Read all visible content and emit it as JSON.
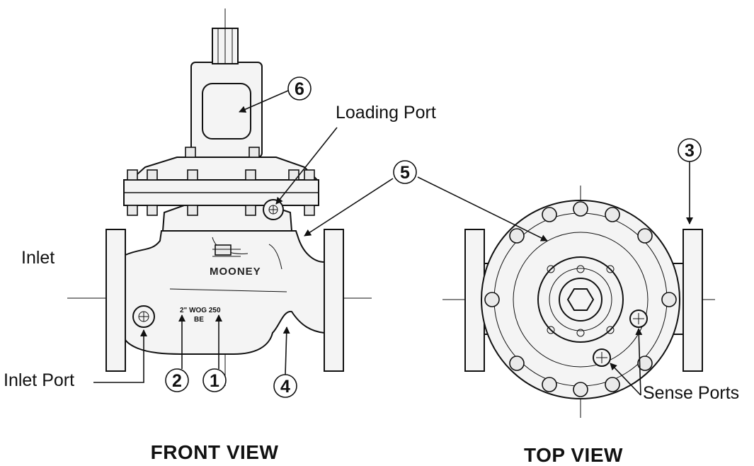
{
  "views": {
    "front_title": "FRONT VIEW",
    "top_title": "TOP VIEW"
  },
  "labels": {
    "loading_port": "Loading Port",
    "inlet": "Inlet",
    "inlet_port": "Inlet Port",
    "sense_ports": "Sense Ports"
  },
  "markings": {
    "brand": "MOONEY",
    "size_rating": "2\" WOG 250",
    "sub_mark": "BE"
  },
  "callouts": [
    "1",
    "2",
    "3",
    "4",
    "5",
    "6"
  ]
}
